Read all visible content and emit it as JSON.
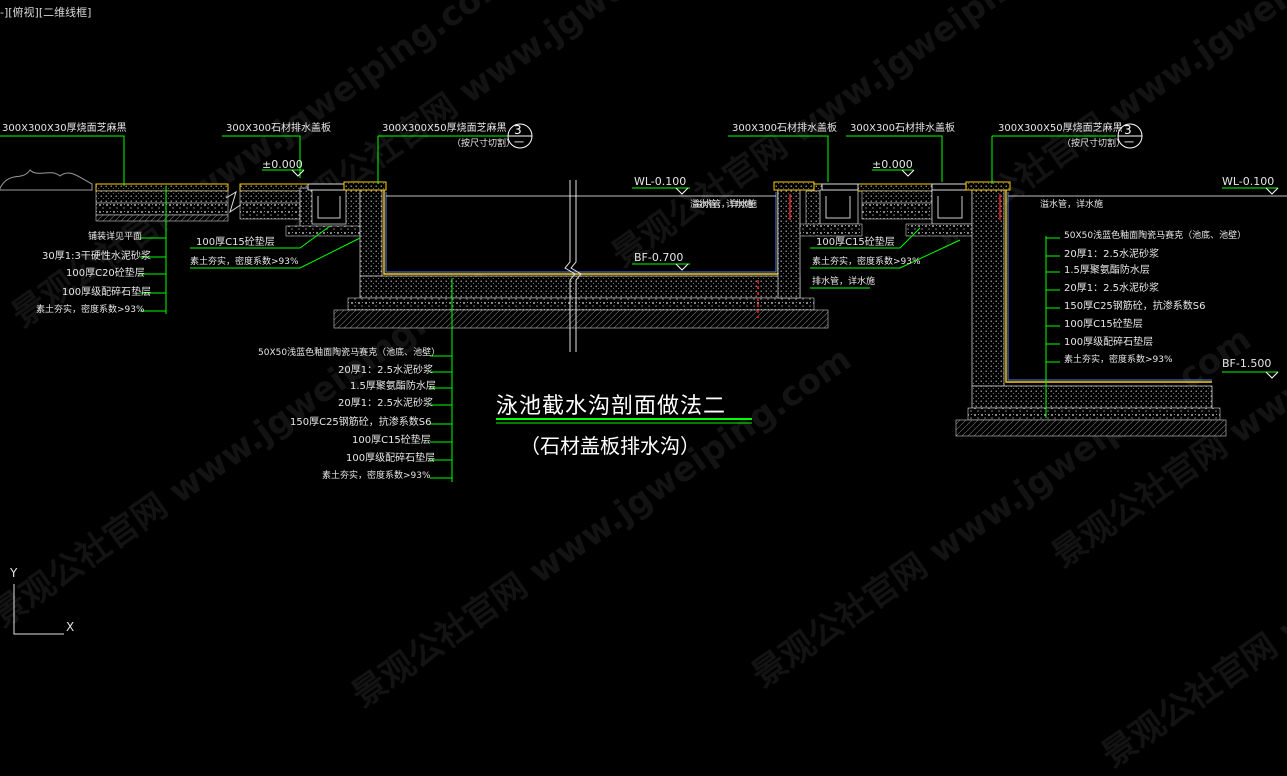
{
  "viewport_label": "-][俯视][二维线框]",
  "title": "泳池截水沟剖面做法二",
  "subtitle": "（石材盖板排水沟）",
  "watermark": "景观公社官网 www.jgweiping.com",
  "ucs": {
    "y": "Y",
    "x": "X"
  },
  "colors": {
    "background": "#000000",
    "concrete": "#cfcfcf",
    "leader": "#00ff00",
    "water": "#ffffff",
    "waterproof": "#ffd000",
    "rebar": "#ff2020",
    "mosaic": "#5080ff",
    "title_underline": "#00ff00"
  },
  "callouts": {
    "c1": "3",
    "c1_sub": "一",
    "c2": "3",
    "c2_sub": "一"
  },
  "labels": {
    "left_top_paving": "300X300X30厚烧面芝麻黑",
    "left_drain_cover": "300X300石材排水盖板",
    "left_edge_paving": "300X300X50厚烧面芝麻黑",
    "left_edge_note": "（按尺寸切割）",
    "left_elev": "±0.000",
    "left_wl": "WL-0.100",
    "left_overflow": "溢水管，详水施",
    "left_c15": "100厚C15砼垫层",
    "left_soil": "素土夯实，密度系数>93%",
    "left_bf": "BF-0.700",
    "left_stack_0": "铺装详见平面",
    "left_stack_1": "30厚1:3干硬性水泥砂浆",
    "left_stack_2": "100厚C20砼垫层",
    "left_stack_3": "100厚级配碎石垫层",
    "left_stack_4": "素土夯实，密度系数>93%",
    "mid_stack_0": "50X50浅蓝色釉面陶瓷马赛克（池底、池壁）",
    "mid_stack_1": "20厚1：2.5水泥砂浆",
    "mid_stack_2": "1.5厚聚氨酯防水层",
    "mid_stack_3": "20厚1：2.5水泥砂浆",
    "mid_stack_4": "150厚C25钢筋砼，抗渗系数S6",
    "mid_stack_5": "100厚C15砼垫层",
    "mid_stack_6": "100厚级配碎石垫层",
    "mid_stack_7": "素土夯实，密度系数>93%",
    "right_drain_cover1": "300X300石材排水盖板",
    "right_drain_cover2": "300X300石材排水盖板",
    "right_edge_paving": "300X300X50厚烧面芝麻黑",
    "right_edge_note": "（按尺寸切割）",
    "right_elev": "±0.000",
    "right_wl": "WL-0.100",
    "right_overflow_l": "溢水管，详水施",
    "right_overflow_r": "溢水管，详水施",
    "right_c15": "100厚C15砼垫层",
    "right_soil": "素土夯实，密度系数>93%",
    "right_drain": "排水管，详水施",
    "right_bf": "BF-1.500",
    "right_stack_0": "50X50浅蓝色釉面陶瓷马赛克（池底、池壁）",
    "right_stack_1": "20厚1：2.5水泥砂浆",
    "right_stack_2": "1.5厚聚氨酯防水层",
    "right_stack_3": "20厚1：2.5水泥砂浆",
    "right_stack_4": "150厚C25钢筋砼，抗渗系数S6",
    "right_stack_5": "100厚C15砼垫层",
    "right_stack_6": "100厚级配碎石垫层",
    "right_stack_7": "素土夯实，密度系数>93%"
  }
}
